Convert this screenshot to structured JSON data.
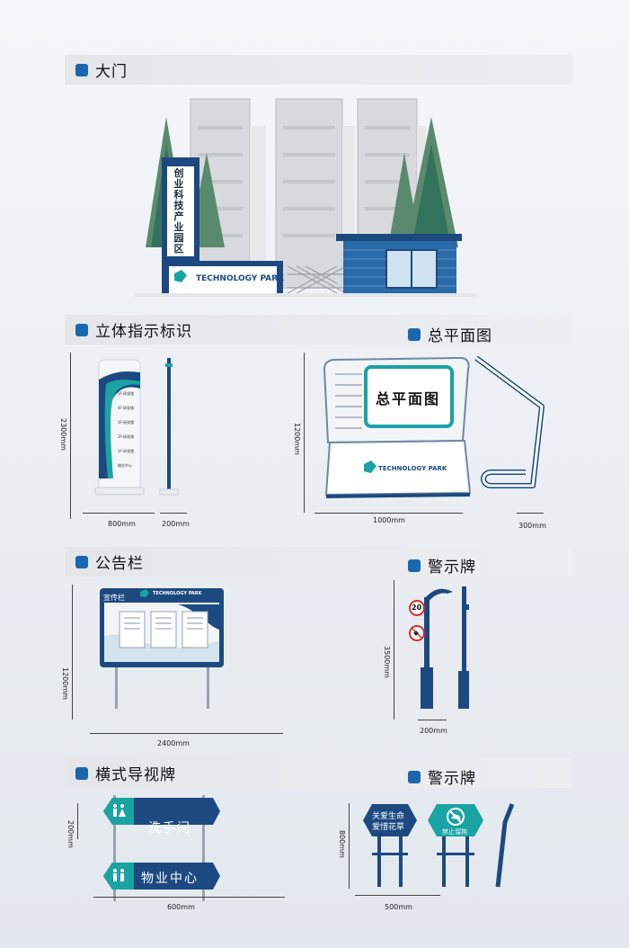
{
  "sections": {
    "gate": "大门",
    "stereo": "立体指示标识",
    "master": "总平面图",
    "board": "公告栏",
    "warning1": "警示牌",
    "horizontal": "横式导视牌",
    "warning2": "警示牌"
  },
  "gate": {
    "vertical_sign": "创业科技产业园区",
    "park_name": "TECHNOLOGY PARK"
  },
  "stereo": {
    "height": "2300mm",
    "width1": "800mm",
    "width2": "200mm",
    "floors": [
      "5F·研发楼",
      "4F·研发楼",
      "3F·研发楼",
      "2F·研发楼",
      "1F·研发楼",
      "物业中心"
    ]
  },
  "master": {
    "title": "总平面图",
    "park_name": "TECHNOLOGY PARK",
    "height": "1200mm",
    "width1": "1000mm",
    "width2": "300mm"
  },
  "board": {
    "title": "宣传栏",
    "park_name": "TECHNOLOGY PARK",
    "height": "1200mm",
    "width": "2400mm"
  },
  "warning1": {
    "speed": "20",
    "height": "3500mm",
    "width": "200mm"
  },
  "horizontal": {
    "sign1": "洗手间",
    "sign2": "物业中心",
    "height": "200mm",
    "width": "600mm"
  },
  "warning2": {
    "sign1_line1": "关爱生命",
    "sign1_line2": "爱惜花草",
    "sign2": "禁止溜狗",
    "height": "800mm",
    "width": "500mm"
  },
  "colors": {
    "accent": "#1a67ad",
    "navy": "#1c4a80",
    "teal": "#1aa3a3"
  }
}
